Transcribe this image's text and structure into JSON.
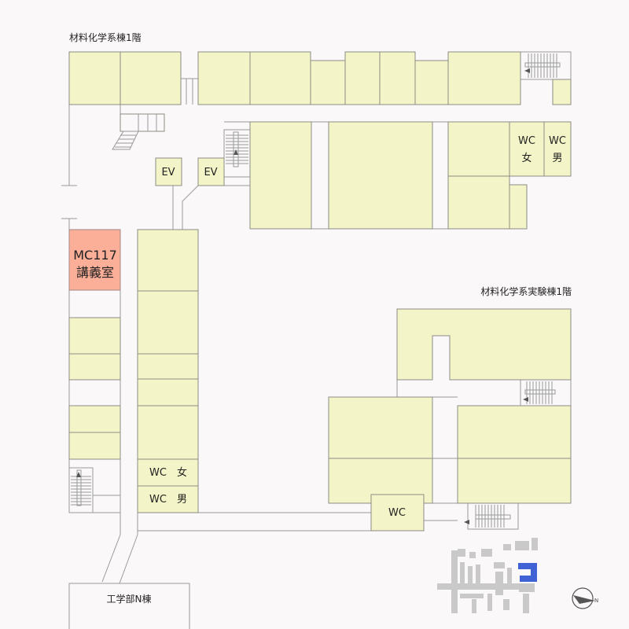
{
  "titles": {
    "main_building": "材料化学系棟1階",
    "lab_building": "材料化学系実験棟1階",
    "north_building": "工学部N棟"
  },
  "rooms": {
    "ev1": "EV",
    "ev2": "EV",
    "wc_f_top": "WC\n女",
    "wc_m_top": "WC\n男",
    "wc_f_mid": "WC　女",
    "wc_m_mid": "WC　男",
    "wc_lab": "WC",
    "highlight_code": "MC117",
    "highlight_name": "講義室"
  },
  "colors": {
    "room_fill": "#f3f4c7",
    "highlight_fill": "#fcaf98",
    "minimap_highlight": "#3f63d4",
    "background": "#fbf8fa"
  },
  "icons": {
    "compass": "north-arrow-icon",
    "minimap": "campus-locator-map"
  }
}
